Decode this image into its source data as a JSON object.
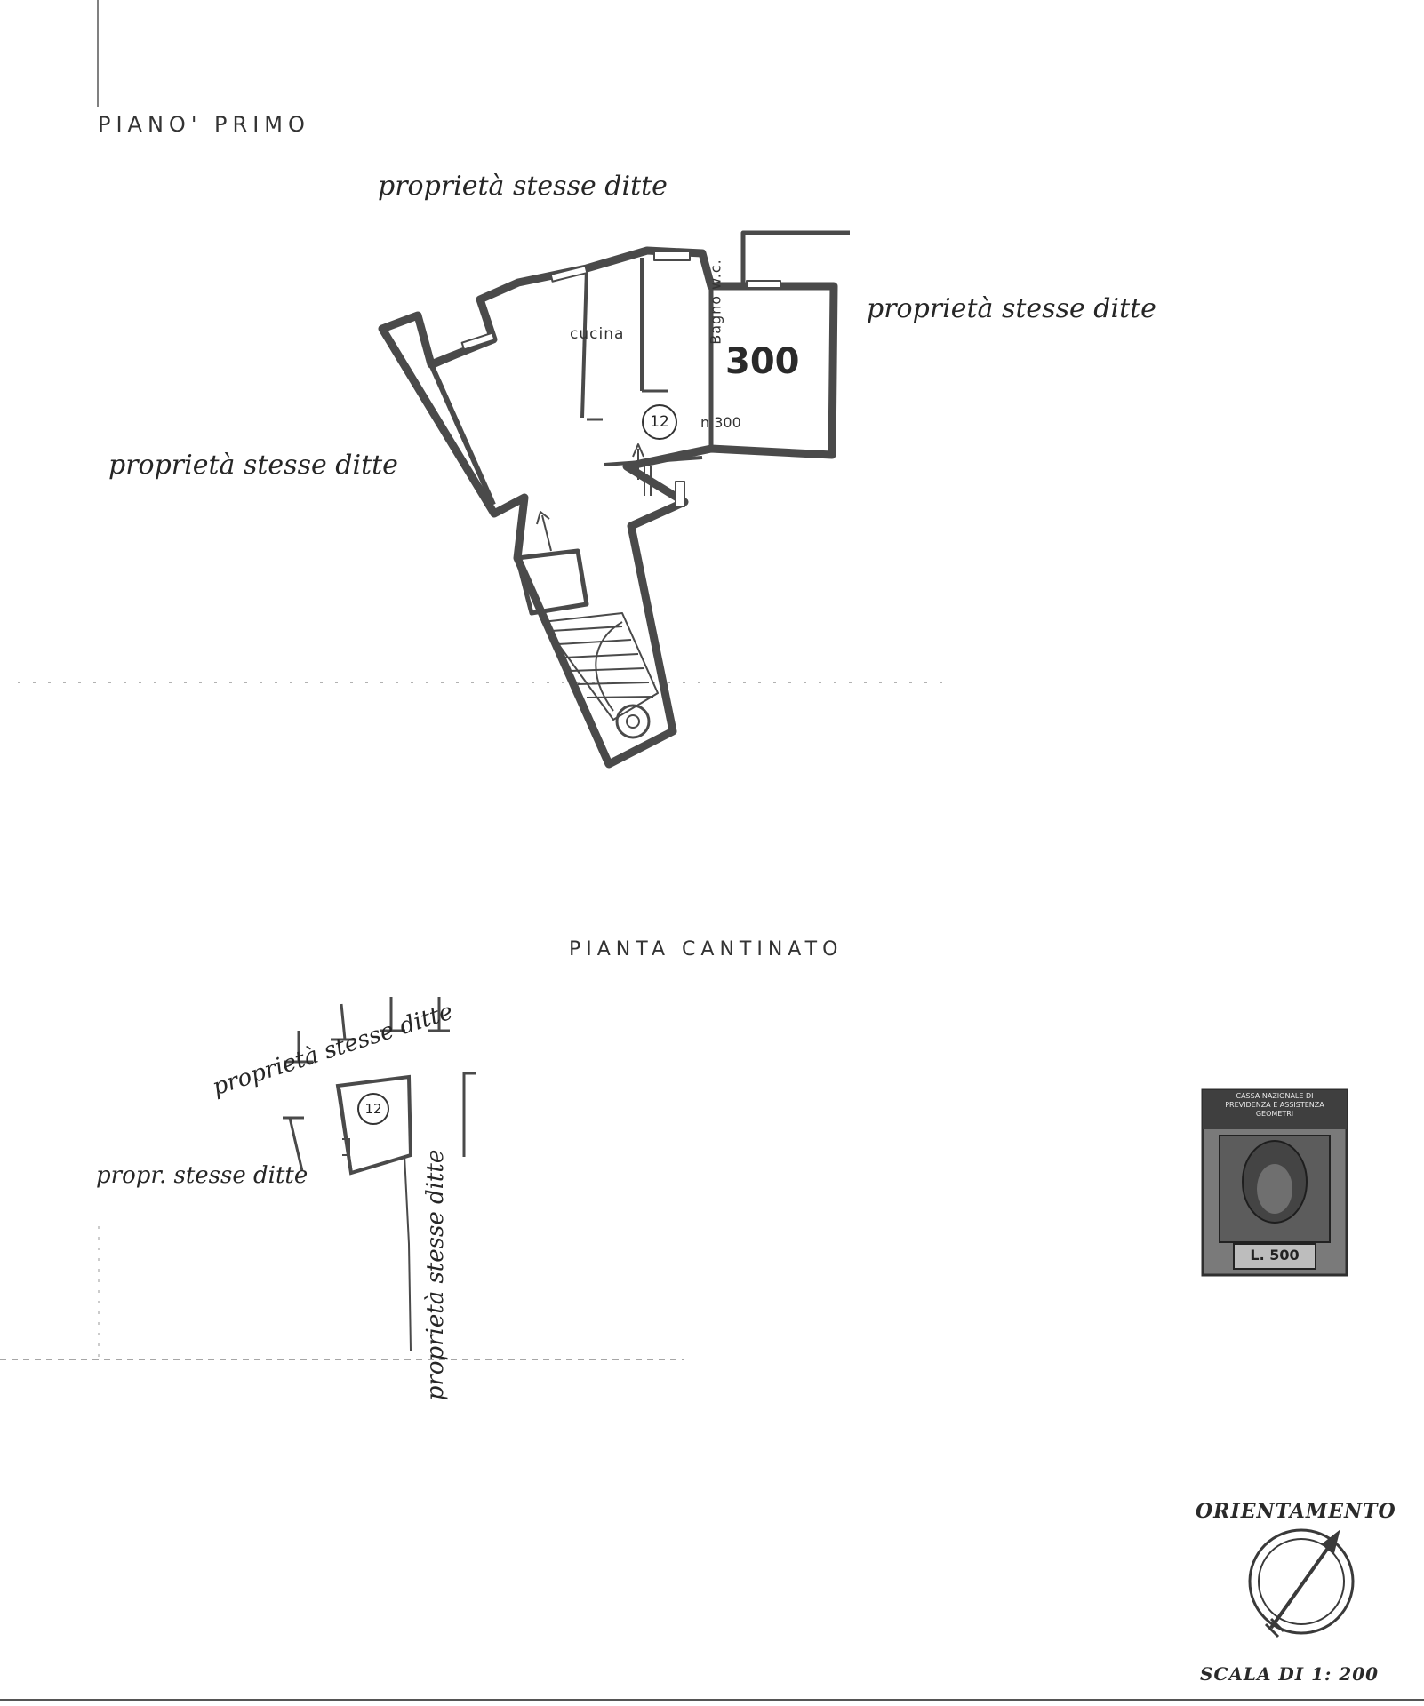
{
  "sections": {
    "first_floor_title": "PIANO' PRIMO",
    "basement_title": "PIANTA CANTINATO"
  },
  "first_floor": {
    "neighbor_north": "proprietà stesse ditte",
    "neighbor_east": "proprietà stesse ditte",
    "neighbor_west": "proprietà stesse ditte",
    "room_kitchen": "cucina",
    "room_bathroom": "Bagno w.c.",
    "unit_number_large": "300",
    "unit_circle_number": "12",
    "unit_ref": "n 300"
  },
  "basement": {
    "neighbor_top": "proprietà stesse ditte",
    "neighbor_left": "propr. stesse ditte",
    "neighbor_vertical": "proprietà stesse ditte",
    "cellar_number": "12"
  },
  "stamp": {
    "text_line1": "CASSA NAZIONALE DI",
    "text_line2": "PREVIDENZA E ASSISTENZA",
    "text_line3": "GEOMETRI",
    "value": "L. 500"
  },
  "orientation": {
    "label": "ORIENTAMENTO"
  },
  "scale": {
    "label": "SCALA DI 1: 200"
  }
}
